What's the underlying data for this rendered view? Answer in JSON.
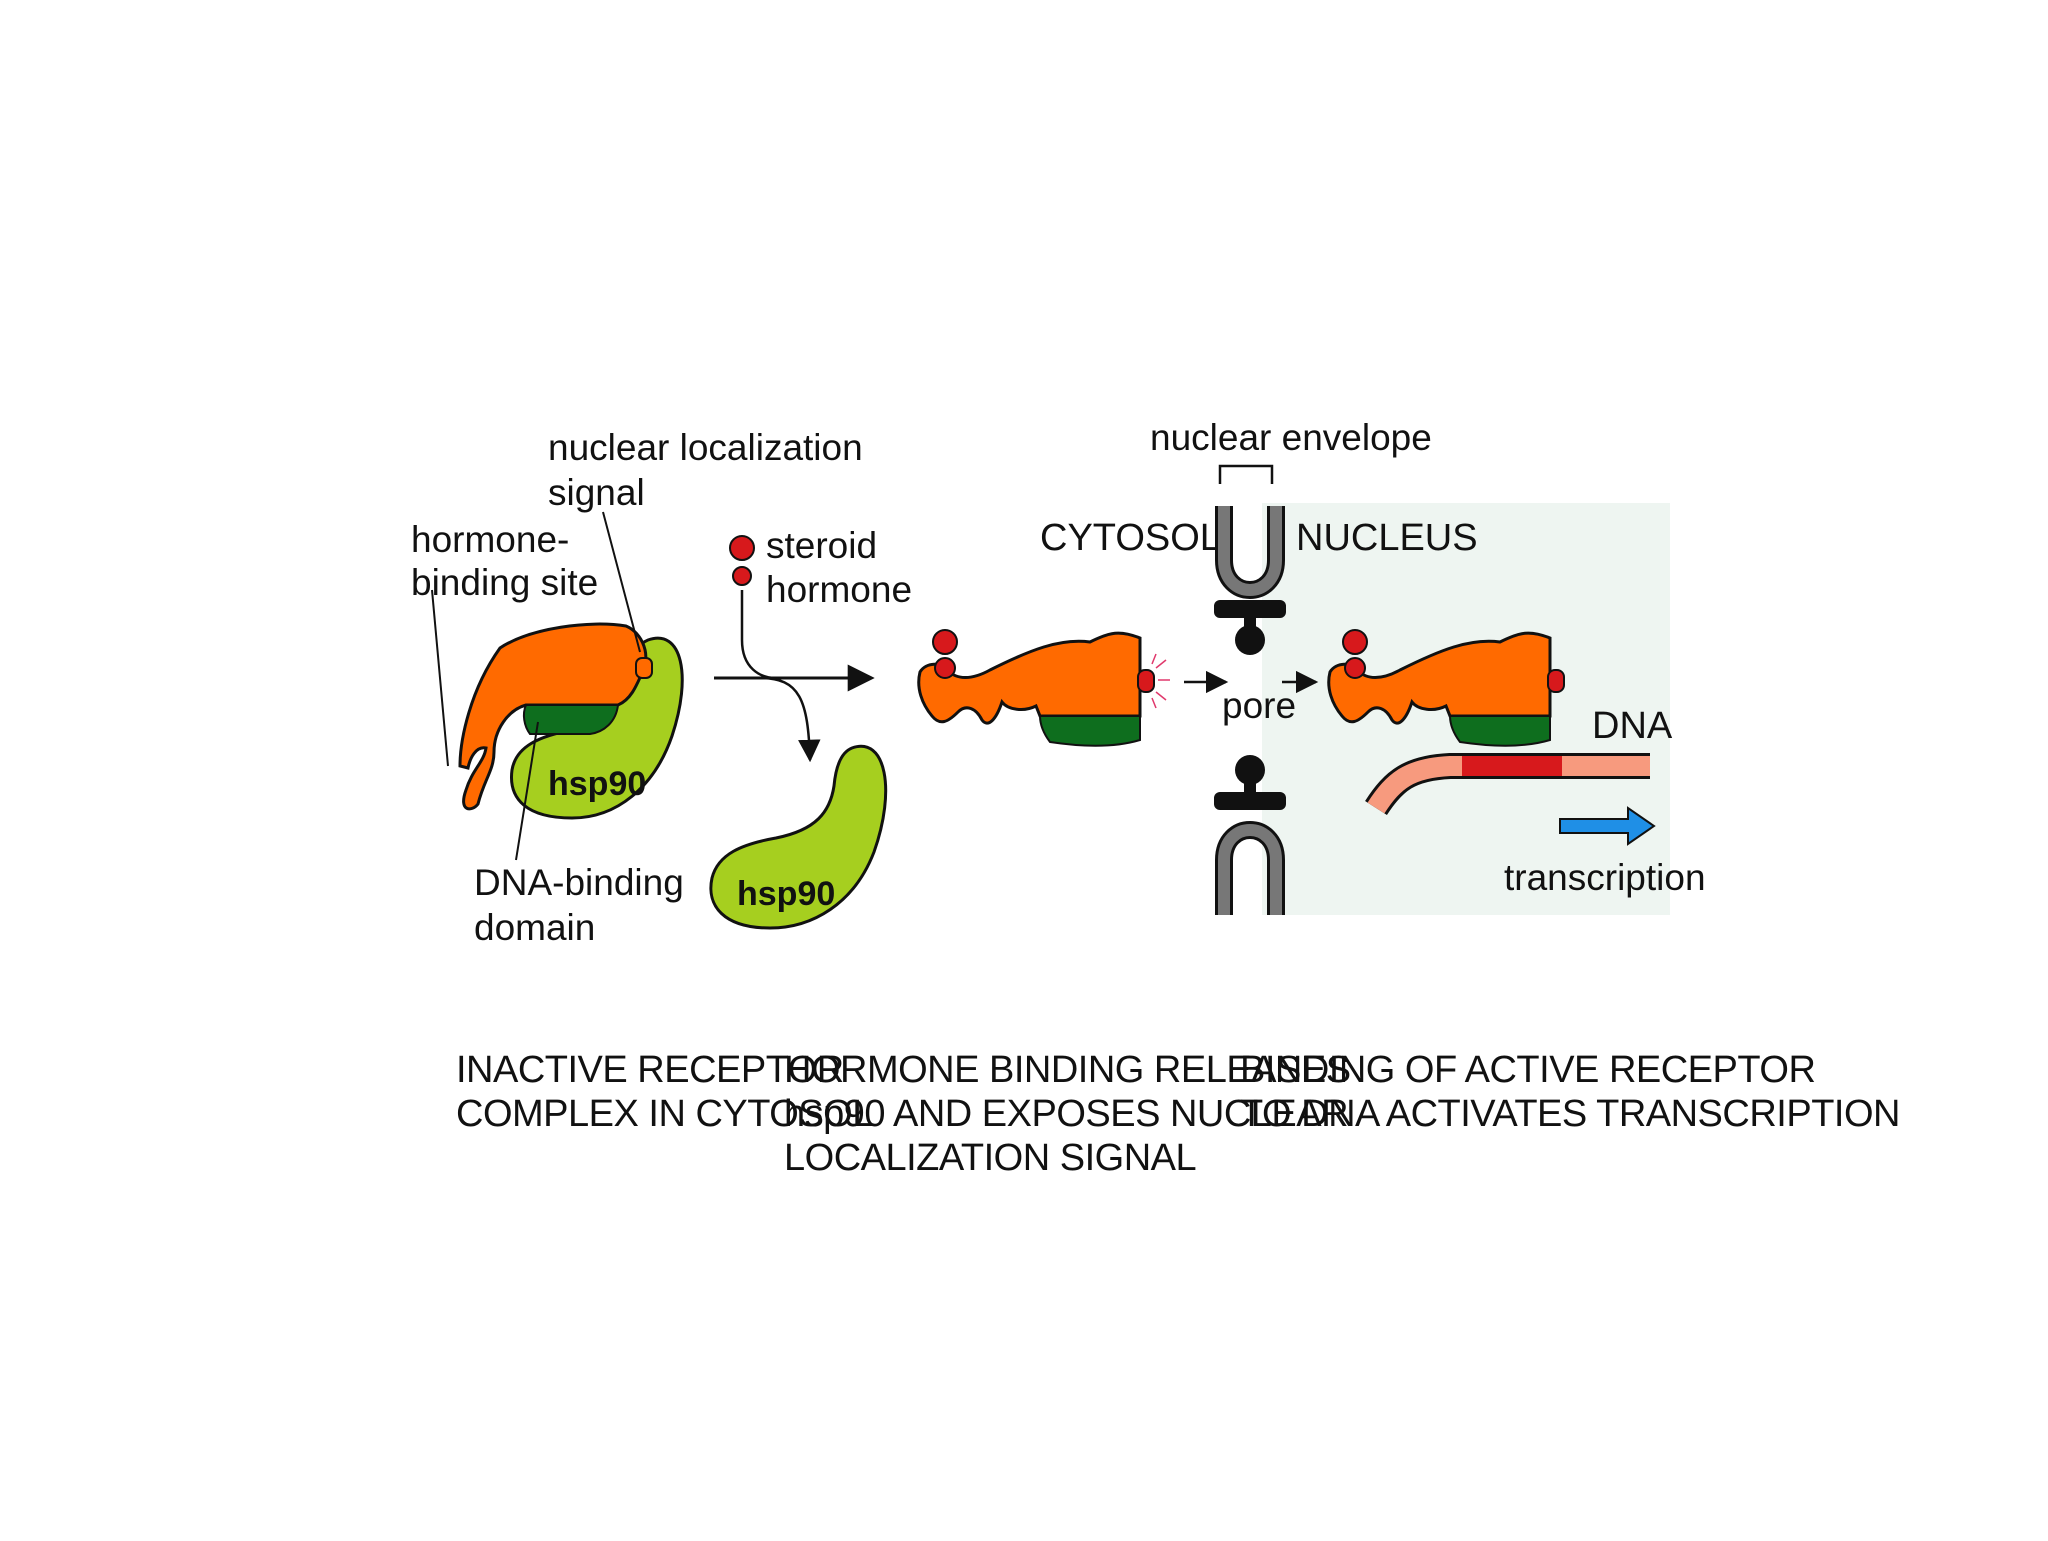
{
  "colors": {
    "receptor": "#FF6A00",
    "dna_binding_domain": "#0E6E1E",
    "hsp90": "#A6CF1F",
    "hormone": "#D7191C",
    "nucleus_bg": "#EEF5F1",
    "pore": "#777777",
    "dna": "#F79A7E",
    "dna_segment": "#D7191C",
    "transcription_arrow": "#1F8FE6"
  },
  "labels": {
    "nuclear_localization_signal": [
      "nuclear localization",
      "signal"
    ],
    "hormone_binding_site": [
      "hormone-",
      "binding site"
    ],
    "hsp90": "hsp90",
    "dna_binding_domain": [
      "DNA-binding",
      "domain"
    ],
    "steroid_hormone": [
      "steroid",
      "hormone"
    ],
    "cytosol": "CYTOSOL",
    "nuclear_envelope": "nuclear envelope",
    "nucleus": "NUCLEUS",
    "pore": "pore",
    "dna": "DNA",
    "transcription": "transcription"
  },
  "captions": {
    "step1": [
      "INACTIVE RECEPTOR",
      "COMPLEX IN CYTOSOL"
    ],
    "step2": [
      "HORMONE BINDING RELEASES",
      "hsp90 AND EXPOSES NUCLEAR",
      "LOCALIZATION SIGNAL"
    ],
    "step3": [
      "BINDING OF ACTIVE RECEPTOR",
      "TO DNA ACTIVATES TRANSCRIPTION"
    ]
  },
  "icons": {
    "process_arrow": "arrow-right-icon",
    "transcription_arrow": "block-arrow-right-icon"
  }
}
